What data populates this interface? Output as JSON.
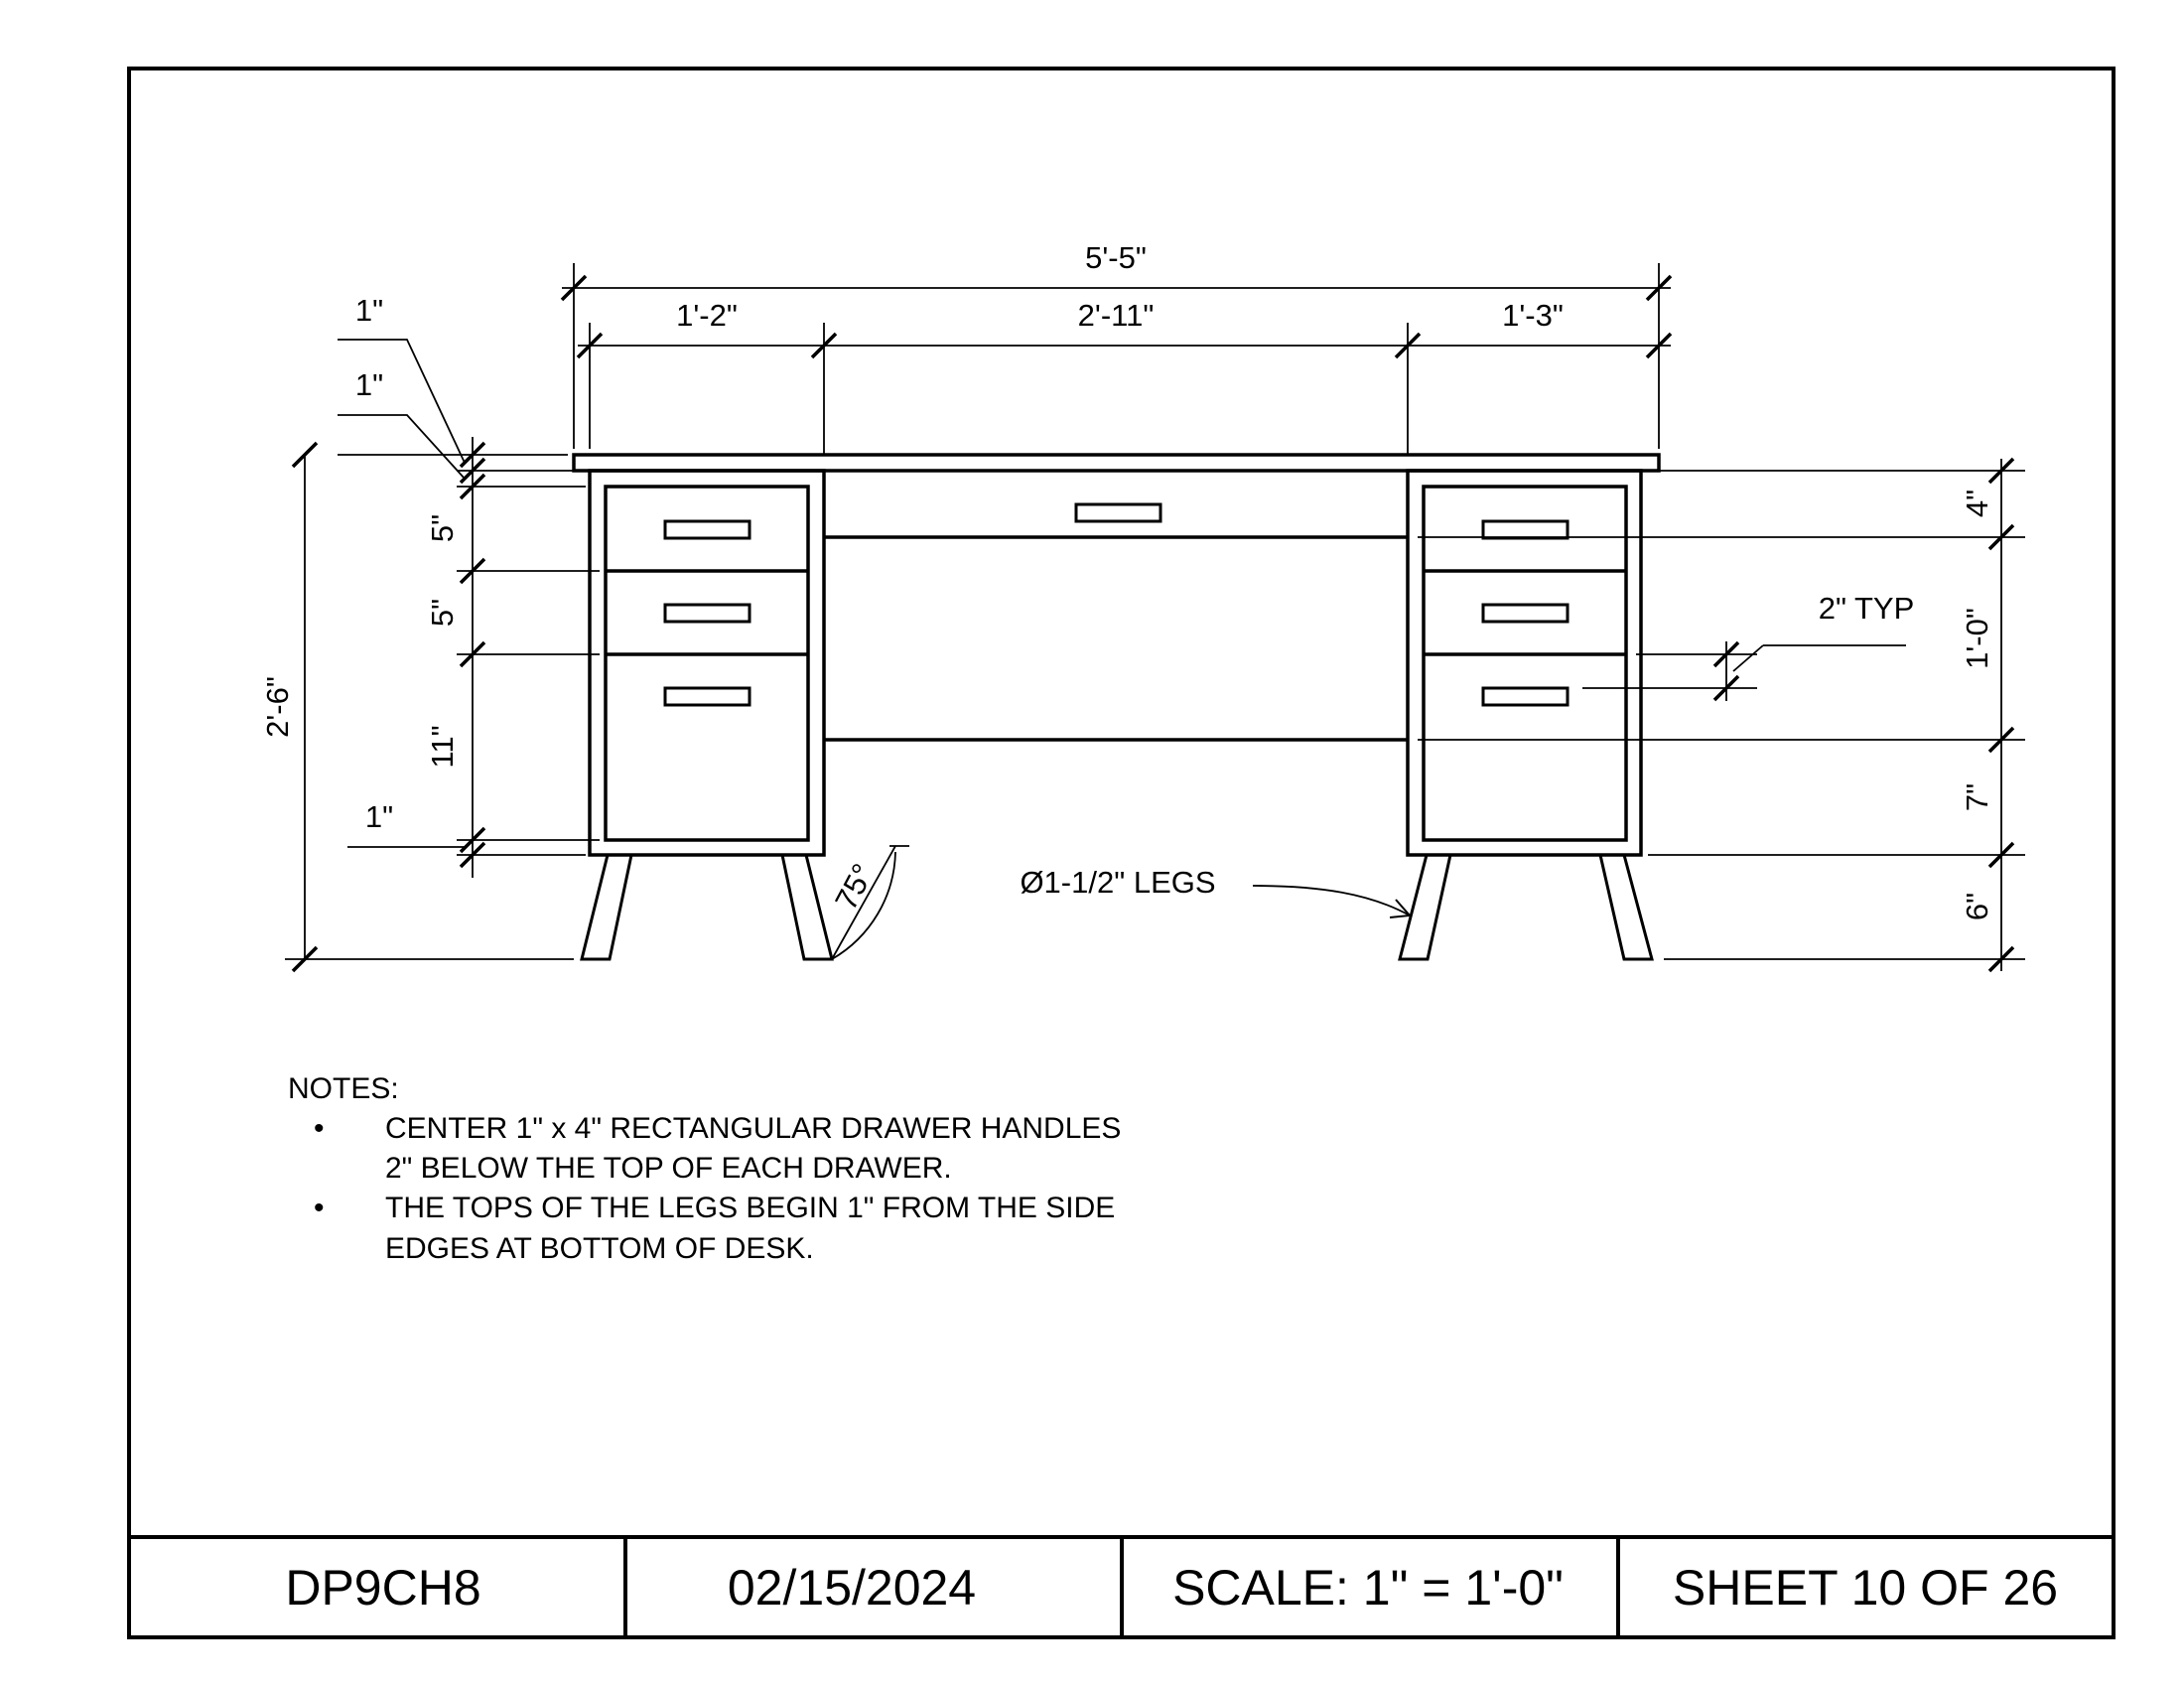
{
  "dimensions": {
    "overall_width": "5'-5\"",
    "left_pedestal_width": "1'-2\"",
    "center_opening_width": "2'-11\"",
    "right_pedestal_width": "1'-3\"",
    "top_thickness": "1\"",
    "top_reveal": "1\"",
    "drawer_1": "5\"",
    "drawer_2": "5\"",
    "drawer_3": "11\"",
    "base_reveal": "1\"",
    "overall_height": "2'-6\"",
    "center_drawer_height": "4\"",
    "pedestal_height": "1'-0\"",
    "lower_cabinet": "7\"",
    "leg_height": "6\"",
    "handle_offset": "2\" TYP",
    "leg_angle": "75°",
    "leg_diameter": "Ø1-1/2\" LEGS"
  },
  "notes": {
    "heading": "NOTES:",
    "bullet": "•",
    "item1_line1": "CENTER 1\" x 4\" RECTANGULAR DRAWER HANDLES",
    "item1_line2": "2\"  BELOW THE TOP OF EACH DRAWER.",
    "item2_line1": "THE TOPS OF THE LEGS BEGIN 1\" FROM THE SIDE",
    "item2_line2": "EDGES AT BOTTOM OF DESK."
  },
  "title_block": {
    "drawing_id": "DP9CH8",
    "date": "02/15/2024",
    "scale": "SCALE: 1\" = 1'-0\"",
    "sheet": "SHEET 10 OF 26"
  },
  "colors": {
    "line": "#000000",
    "background": "#ffffff"
  }
}
